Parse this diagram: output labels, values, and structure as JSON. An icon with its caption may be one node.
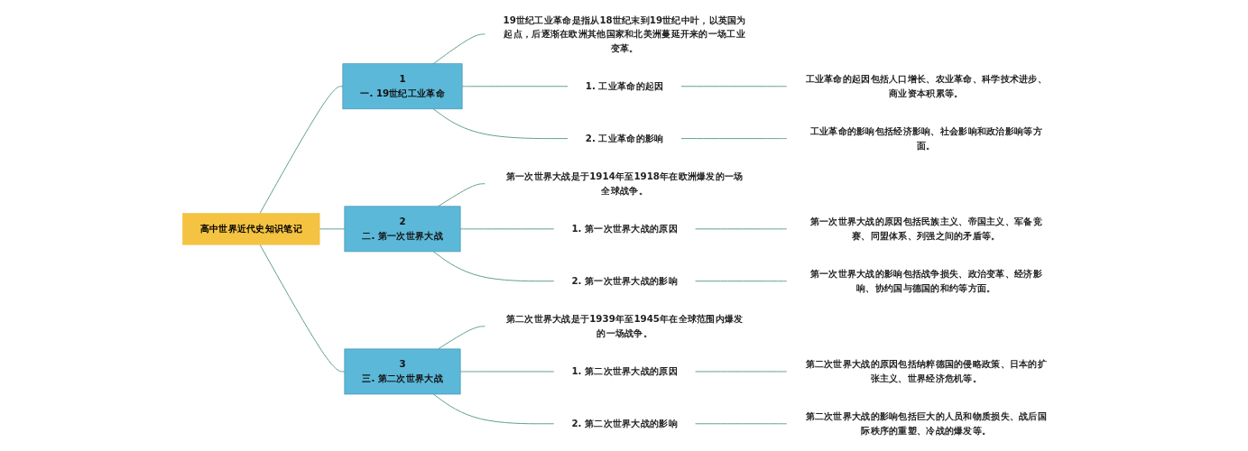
{
  "diagram": {
    "nodes": [
      {
        "text": [
          "高中世界近代史知识笔记"
        ]
      },
      {
        "text": [
          "1",
          "一. 19世纪工业革命"
        ]
      },
      {
        "text": [
          "19世纪工业革命是指从18世纪末到19世纪中叶，以英国为起点，后逐渐在欧洲其他国家和北美洲蔓延开来的一场工业变革。"
        ]
      },
      {
        "text": [
          "1. 工业革命的起因"
        ]
      },
      {
        "text": [
          "工业革命的起因包括人口增长、农业革命、科学技术进步、商业资本积累等。"
        ]
      },
      {
        "text": [
          "2. 工业革命的影响"
        ]
      },
      {
        "text": [
          "工业革命的影响包括经济影响、社会影响和政治影响等方面。"
        ]
      },
      {
        "text": [
          "2",
          "二. 第一次世界大战"
        ]
      },
      {
        "text": [
          "第一次世界大战是于1914年至1918年在欧洲爆发的一场全球战争。"
        ]
      },
      {
        "text": [
          "1. 第一次世界大战的原因"
        ]
      },
      {
        "text": [
          "第一次世界大战的原因包括民族主义、帝国主义、军备竞赛、同盟体系、列强之间的矛盾等。"
        ]
      },
      {
        "text": [
          "2. 第一次世界大战的影响"
        ]
      },
      {
        "text": [
          "第一次世界大战的影响包括战争损失、政治变革、经济影响、协约国与德国的和约等方面。"
        ]
      },
      {
        "text": [
          "3",
          "三. 第二次世界大战"
        ]
      },
      {
        "text": [
          "第二次世界大战是于1939年至1945年在全球范围内爆发的一场战争。"
        ]
      },
      {
        "text": [
          "1. 第二次世界大战的原因"
        ]
      },
      {
        "text": [
          "第二次世界大战的原因包括纳粹德国的侵略政策、日本的扩张主义、世界经济危机等。"
        ]
      },
      {
        "text": [
          "2. 第二次世界大战的影响"
        ]
      },
      {
        "text": [
          "第二次世界大战的影响包括巨大的人员和物质损失、战后国际秩序的重塑、冷战的爆发等。"
        ]
      }
    ],
    "edges": [
      {
        "from": 0,
        "to": 1,
        "arrow": "none"
      },
      {
        "from": 0,
        "to": 7,
        "arrow": "none"
      },
      {
        "from": 0,
        "to": 13,
        "arrow": "none"
      },
      {
        "from": 1,
        "to": 2,
        "arrow": "none"
      },
      {
        "from": 1,
        "to": 3,
        "arrow": "none"
      },
      {
        "from": 3,
        "to": 4,
        "arrow": "none"
      },
      {
        "from": 1,
        "to": 5,
        "arrow": "none"
      },
      {
        "from": 5,
        "to": 6,
        "arrow": "none"
      },
      {
        "from": 7,
        "to": 8,
        "arrow": "none"
      },
      {
        "from": 7,
        "to": 9,
        "arrow": "none"
      },
      {
        "from": 9,
        "to": 10,
        "arrow": "none"
      },
      {
        "from": 7,
        "to": 11,
        "arrow": "none"
      },
      {
        "from": 11,
        "to": 12,
        "arrow": "none"
      },
      {
        "from": 13,
        "to": 14,
        "arrow": "none"
      },
      {
        "from": 13,
        "to": 15,
        "arrow": "none"
      },
      {
        "from": 15,
        "to": 16,
        "arrow": "none"
      },
      {
        "from": 13,
        "to": 17,
        "arrow": "none"
      },
      {
        "from": 17,
        "to": 18,
        "arrow": "none"
      }
    ]
  }
}
